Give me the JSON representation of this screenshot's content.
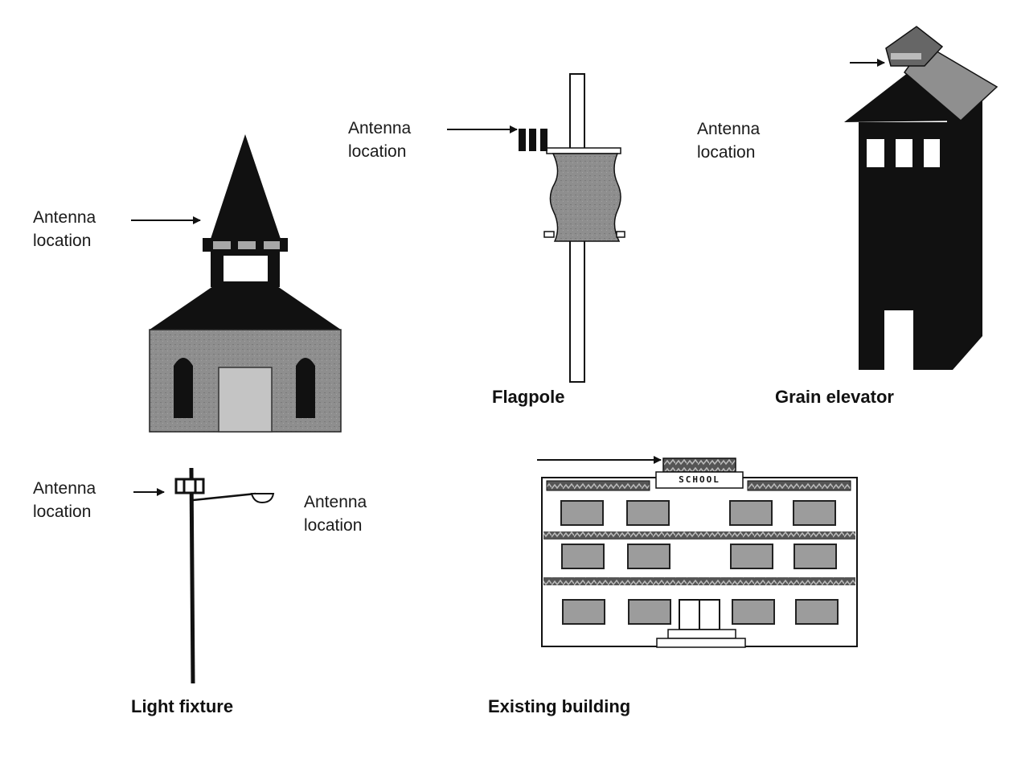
{
  "figures": {
    "church": {
      "caption": "",
      "antenna_label_line1": "Antenna",
      "antenna_label_line2": "location"
    },
    "flagpole": {
      "caption": "Flagpole",
      "antenna_label_line1": "Antenna",
      "antenna_label_line2": "location"
    },
    "grain_elevator": {
      "caption": "Grain elevator",
      "antenna_label_line1": "Antenna",
      "antenna_label_line2": "location"
    },
    "light_fixture": {
      "caption": "Light fixture",
      "antenna_label_line1": "Antenna",
      "antenna_label_line2": "location",
      "second_label_line1": "Antenna",
      "second_label_line2": "location"
    },
    "existing_building": {
      "caption": "Existing building",
      "sign_text": "SCHOOL"
    }
  },
  "colors": {
    "ink": "#111111",
    "wall_gray": "#8c8c8c",
    "door_gray": "#bdbdbd",
    "window_gray": "#9a9a9a"
  }
}
